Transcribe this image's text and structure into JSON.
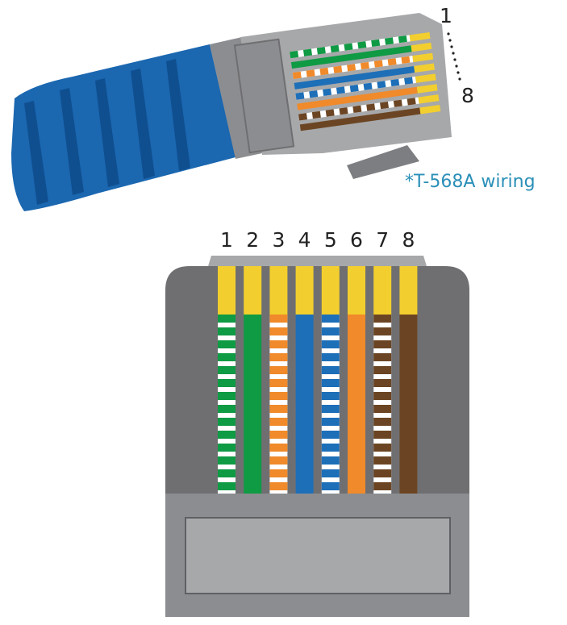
{
  "caption": "*T-568A wiring",
  "pin_labels": [
    "1",
    "2",
    "3",
    "4",
    "5",
    "6",
    "7",
    "8"
  ],
  "top_range": {
    "start": "1",
    "end": "8"
  },
  "colors": {
    "cable_blue": "#1b67b0",
    "cable_blue_dark": "#0f4f8f",
    "body_gray": "#6f6f72",
    "body_gray_light": "#a7a8aa",
    "body_gray_mid": "#8c8d90",
    "contact_gold": "#f2cf2e",
    "caption": "#2a8fb8"
  },
  "wires": [
    {
      "pin": "1",
      "name": "white-green",
      "color": "#0f9a44",
      "striped": true
    },
    {
      "pin": "2",
      "name": "green",
      "color": "#0f9a44",
      "striped": false
    },
    {
      "pin": "3",
      "name": "white-orange",
      "color": "#f08a2a",
      "striped": true
    },
    {
      "pin": "4",
      "name": "blue",
      "color": "#1d6fb8",
      "striped": false
    },
    {
      "pin": "5",
      "name": "white-blue",
      "color": "#1d6fb8",
      "striped": true
    },
    {
      "pin": "6",
      "name": "orange",
      "color": "#f08a2a",
      "striped": false
    },
    {
      "pin": "7",
      "name": "white-brown",
      "color": "#6b4523",
      "striped": true
    },
    {
      "pin": "8",
      "name": "brown",
      "color": "#6b4523",
      "striped": false
    }
  ]
}
